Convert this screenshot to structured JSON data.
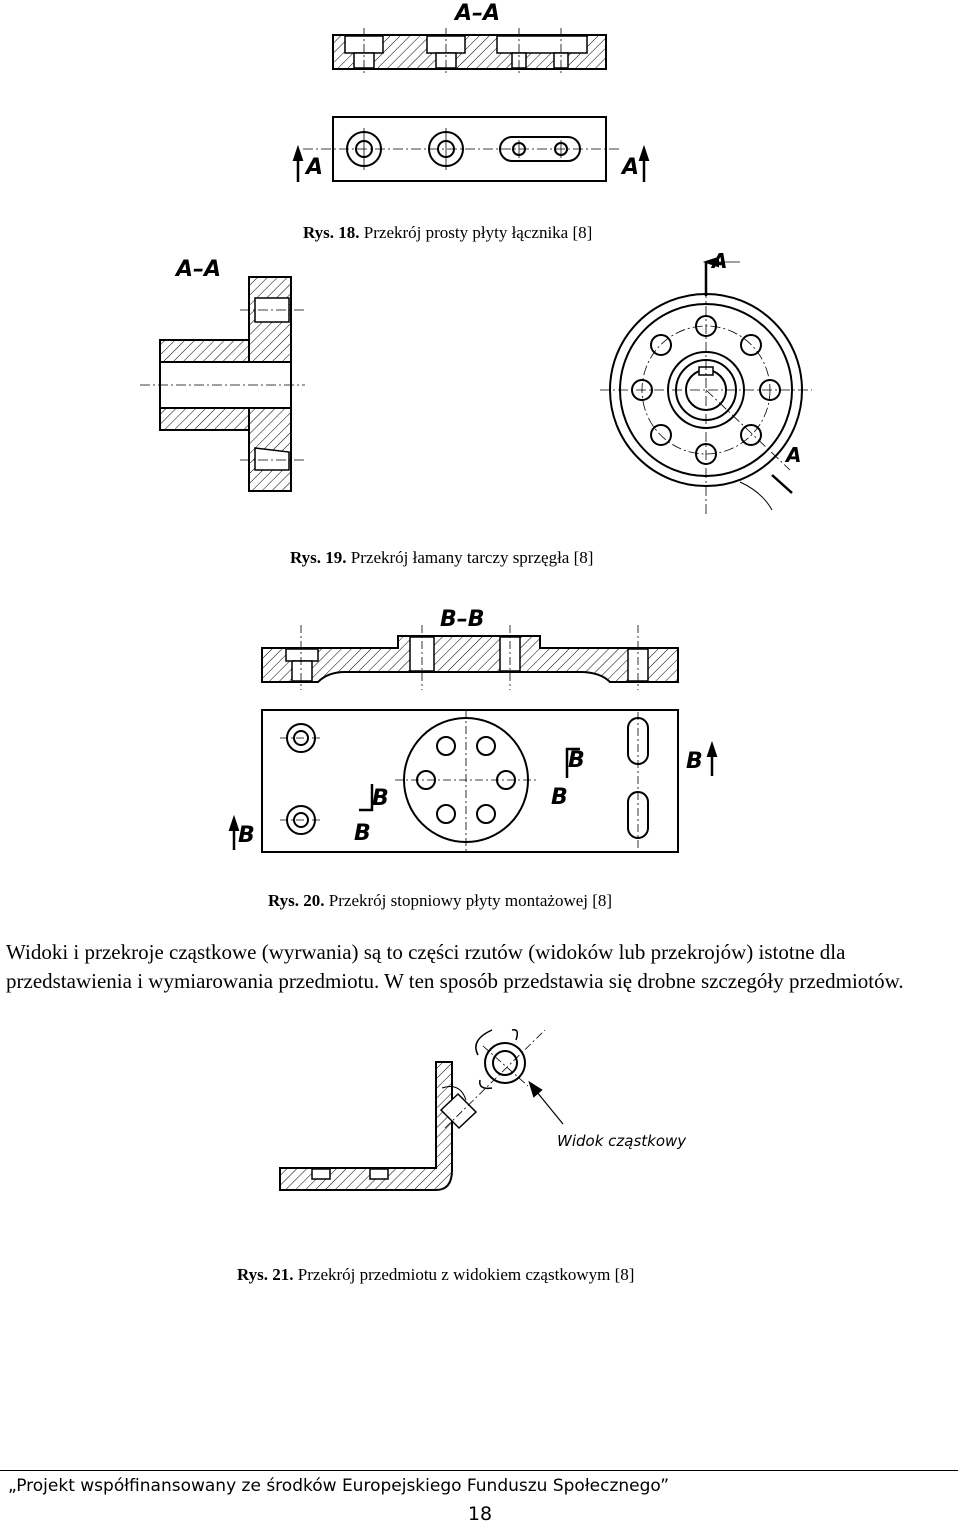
{
  "figures": {
    "fig18": {
      "number": "Rys. 18.",
      "caption": " Przekrój prosty płyty łącznika [8]",
      "section_label": "A–A",
      "cut_label": "A"
    },
    "fig19": {
      "number": "Rys. 19.",
      "caption": " Przekrój łamany tarczy sprzęgła [8]",
      "section_label": "A–A",
      "cut_label": "A"
    },
    "fig20": {
      "number": "Rys. 20.",
      "caption": " Przekrój stopniowy płyty montażowej [8]",
      "section_label": "B–B",
      "cut_label": "B"
    },
    "fig21": {
      "number": "Rys. 21.",
      "caption": " Przekrój przedmiotu z widokiem cząstkowym [8]",
      "annotation": "Widok cząstkowy"
    }
  },
  "paragraph": "Widoki i przekroje cząstkowe (wyrwania) są to części rzutów (widoków lub przekrojów) istotne dla przedstawienia i wymiarowania przedmiotu. W ten sposób przedstawia się drobne szczegóły przedmiotów.",
  "footer": {
    "text": "„Projekt współfinansowany ze środków Europejskiego Funduszu Społecznego”",
    "page_number": "18"
  }
}
